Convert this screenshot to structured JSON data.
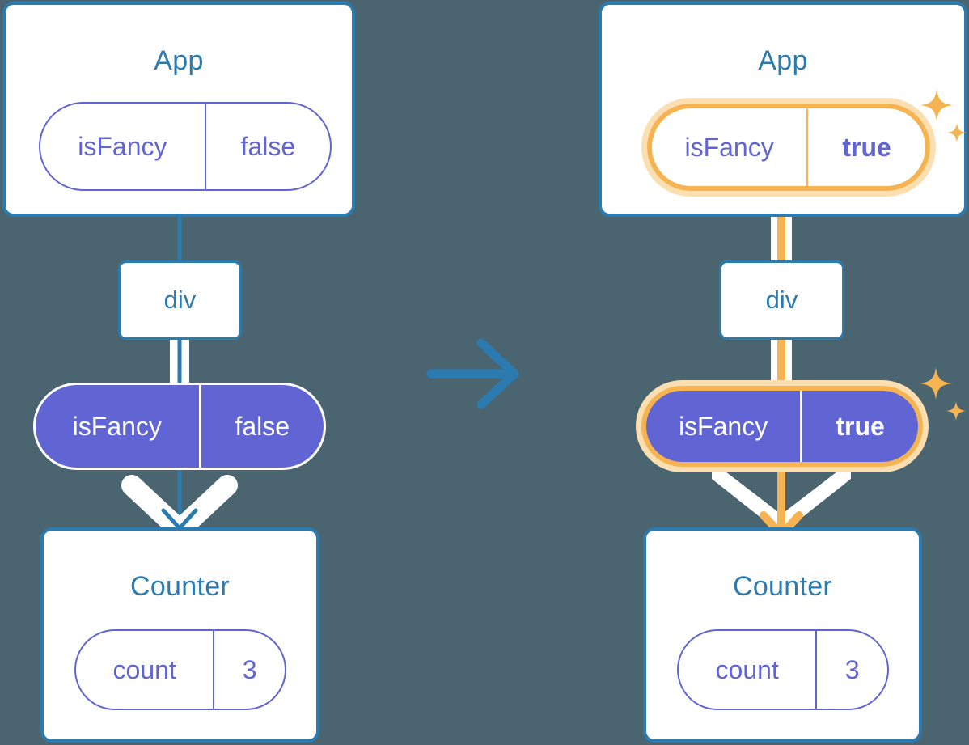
{
  "diagram": {
    "title_left": "App",
    "title_right": "App",
    "transition_arrow": "right-arrow-icon",
    "colors": {
      "background": "#4a6570",
      "box_border": "#2b7ab0",
      "title_text": "#2b7ab0",
      "pill_purple": "#6165d4",
      "pill_text_white": "#ffffff",
      "highlight_orange": "#f6b352",
      "highlight_glow": "#fbdfb1",
      "connector_white": "#ffffff"
    }
  },
  "left": {
    "app": {
      "title": "App",
      "state_pill": {
        "name": "isFancy",
        "value": "false"
      }
    },
    "div": {
      "label": "div"
    },
    "prop_pill": {
      "name": "isFancy",
      "value": "false"
    },
    "counter": {
      "title": "Counter",
      "state_pill": {
        "name": "count",
        "value": "3"
      }
    }
  },
  "right": {
    "app": {
      "title": "App",
      "state_pill": {
        "name": "isFancy",
        "value": "true"
      },
      "highlighted": true,
      "sparkle_icon": "sparkle-icon"
    },
    "div": {
      "label": "div"
    },
    "prop_pill": {
      "name": "isFancy",
      "value": "true",
      "highlighted": true,
      "sparkle_icon": "sparkle-icon"
    },
    "counter": {
      "title": "Counter",
      "state_pill": {
        "name": "count",
        "value": "3"
      }
    }
  }
}
